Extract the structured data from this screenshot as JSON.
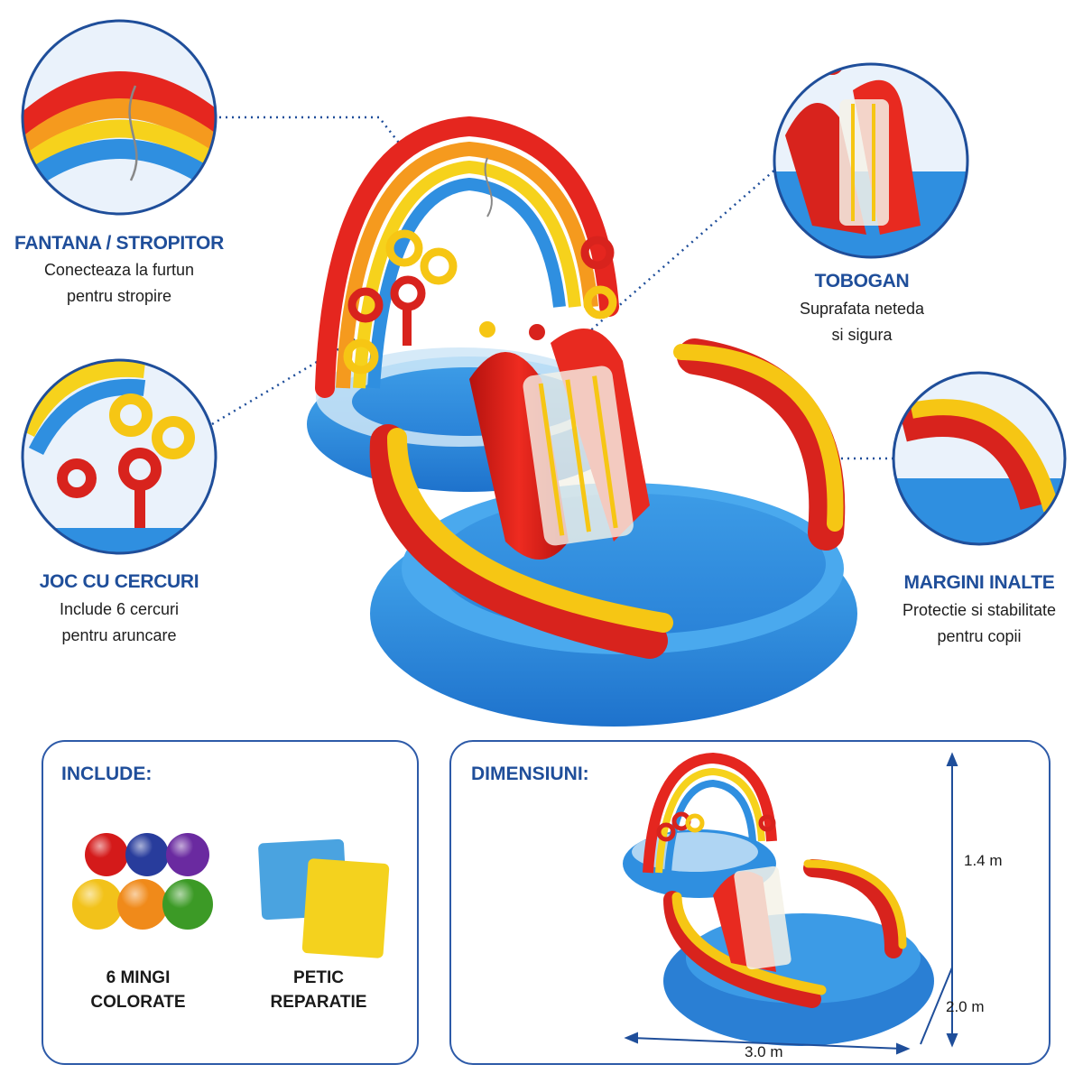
{
  "features": {
    "fountain": {
      "title": "FANTANA / STROPITOR",
      "line1": "Conecteaza la furtun",
      "line2": "pentru stropire"
    },
    "rings": {
      "title": "JOC CU CERCURI",
      "line1": "Include 6 cercuri",
      "line2": "pentru aruncare"
    },
    "slide": {
      "title": "TOBOGAN",
      "line1": "Suprafata neteda",
      "line2": "si sigura"
    },
    "walls": {
      "title": "MARGINI INALTE",
      "line1": "Protectie si stabilitate",
      "line2": "pentru copii"
    }
  },
  "include": {
    "title": "INCLUDE:",
    "balls": {
      "line1": "6 MINGI",
      "line2": "COLORATE"
    },
    "patch": {
      "line1": "PETIC",
      "line2": "REPARATIE"
    },
    "ball_colors": [
      "#d41a1a",
      "#283c9c",
      "#6a2aa0",
      "#f2c21a",
      "#f08a1a",
      "#3c9a26"
    ],
    "patch_colors": [
      "#4aa3e0",
      "#f4d21e"
    ]
  },
  "dimensions": {
    "title": "DIMENSIUNI:",
    "height": "1.4 m",
    "depth": "2.0 m",
    "width": "3.0 m"
  },
  "colors": {
    "accent": "#1f4e9a",
    "pool_blue": "#2f8fe0",
    "red": "#d8231d",
    "yellow": "#f6c614"
  }
}
